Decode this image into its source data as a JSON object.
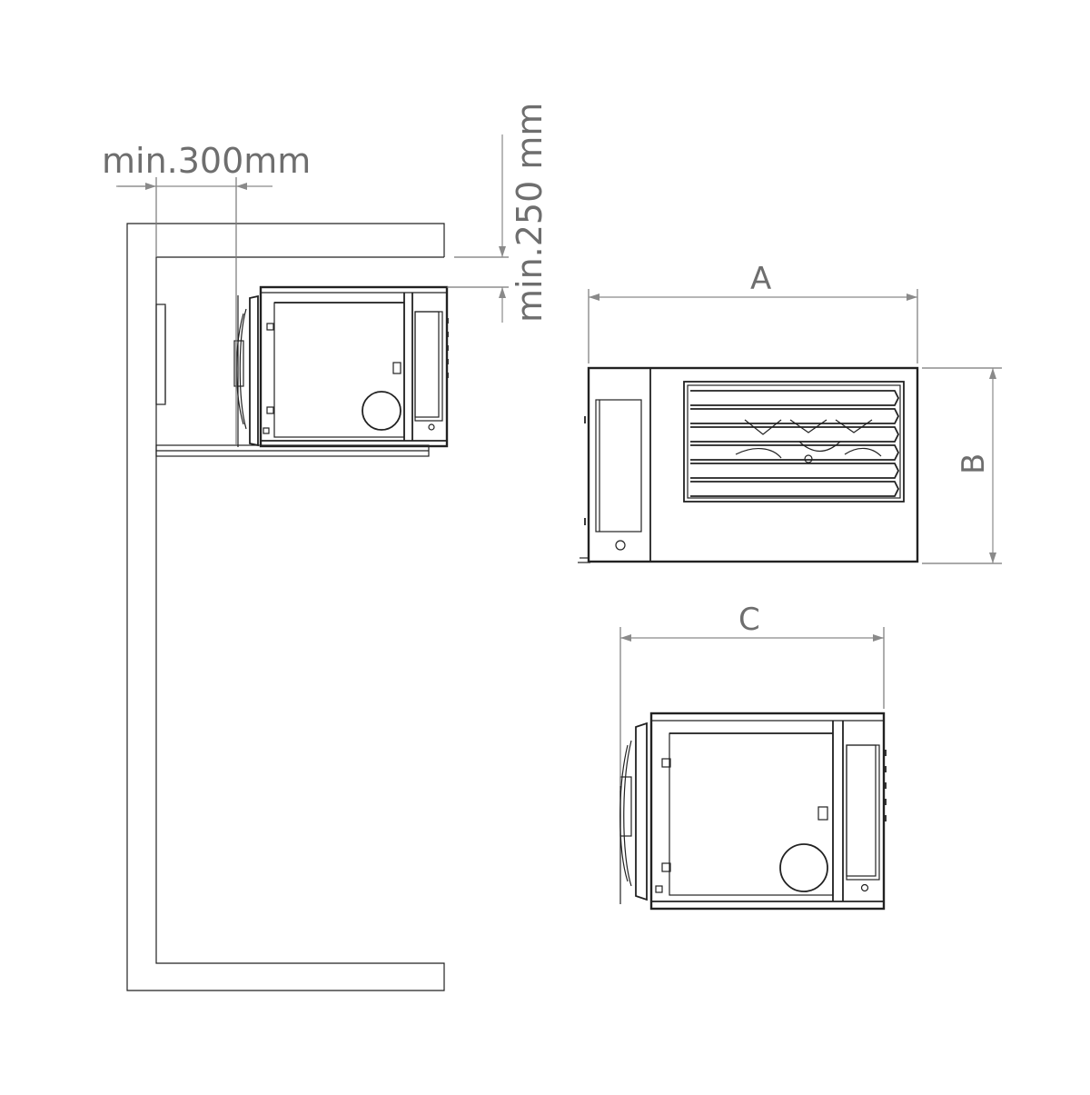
{
  "labels": {
    "side_clearance": "min.300mm",
    "top_clearance": "min.250 mm",
    "dim_a": "A",
    "dim_b": "B",
    "dim_c": "C"
  },
  "colors": {
    "line": "#222222",
    "dimension": "#8a8a8a",
    "label": "#6e6e6e"
  }
}
